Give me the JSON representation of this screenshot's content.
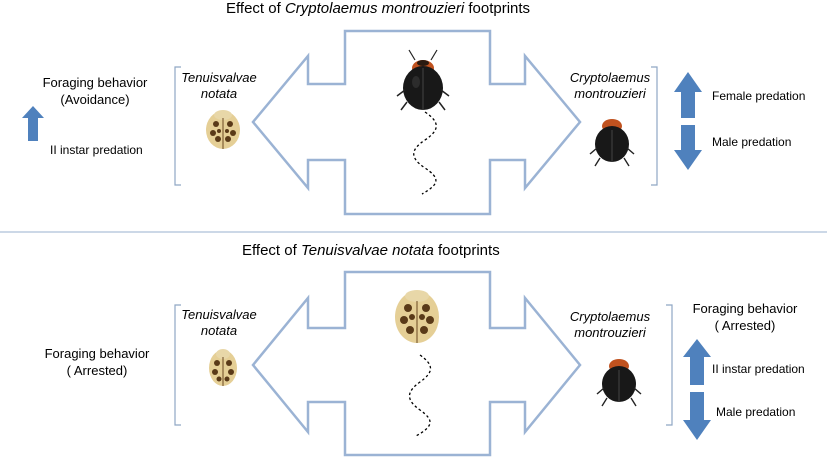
{
  "top": {
    "title_prefix": "Effect of ",
    "title_species": "Cryptolaemus montrouzieri",
    "title_suffix": " footprints",
    "left_behavior_line1": "Foraging behavior",
    "left_behavior_line2": "(Avoidance)",
    "left_predation": "II instar predation",
    "left_species_line1": "Tenuisvalvae",
    "left_species_line2": "notata",
    "right_species_line1": "Cryptolaemus",
    "right_species_line2": "montrouzieri",
    "right_predation_up": "Female predation",
    "right_predation_down": "Male predation"
  },
  "bottom": {
    "title_prefix": "Effect of ",
    "title_species": "Tenuisvalvae notata",
    "title_suffix": " footprints",
    "left_behavior_line1": "Foraging behavior",
    "left_behavior_line2": "( Arrested)",
    "left_species_line1": "Tenuisvalvae",
    "left_species_line2": "notata",
    "right_species_line1": "Cryptolaemus",
    "right_species_line2": "montrouzieri",
    "right_behavior_line1": "Foraging behavior",
    "right_behavior_line2": "( Arrested)",
    "right_predation_up": "II instar predation",
    "right_predation_down": "Male predation"
  },
  "colors": {
    "arrow_outline": "#9bb3d4",
    "bracket": "#8fa6c4",
    "solid_arrow": "#4f81bd",
    "divider": "#9ab0cf"
  }
}
